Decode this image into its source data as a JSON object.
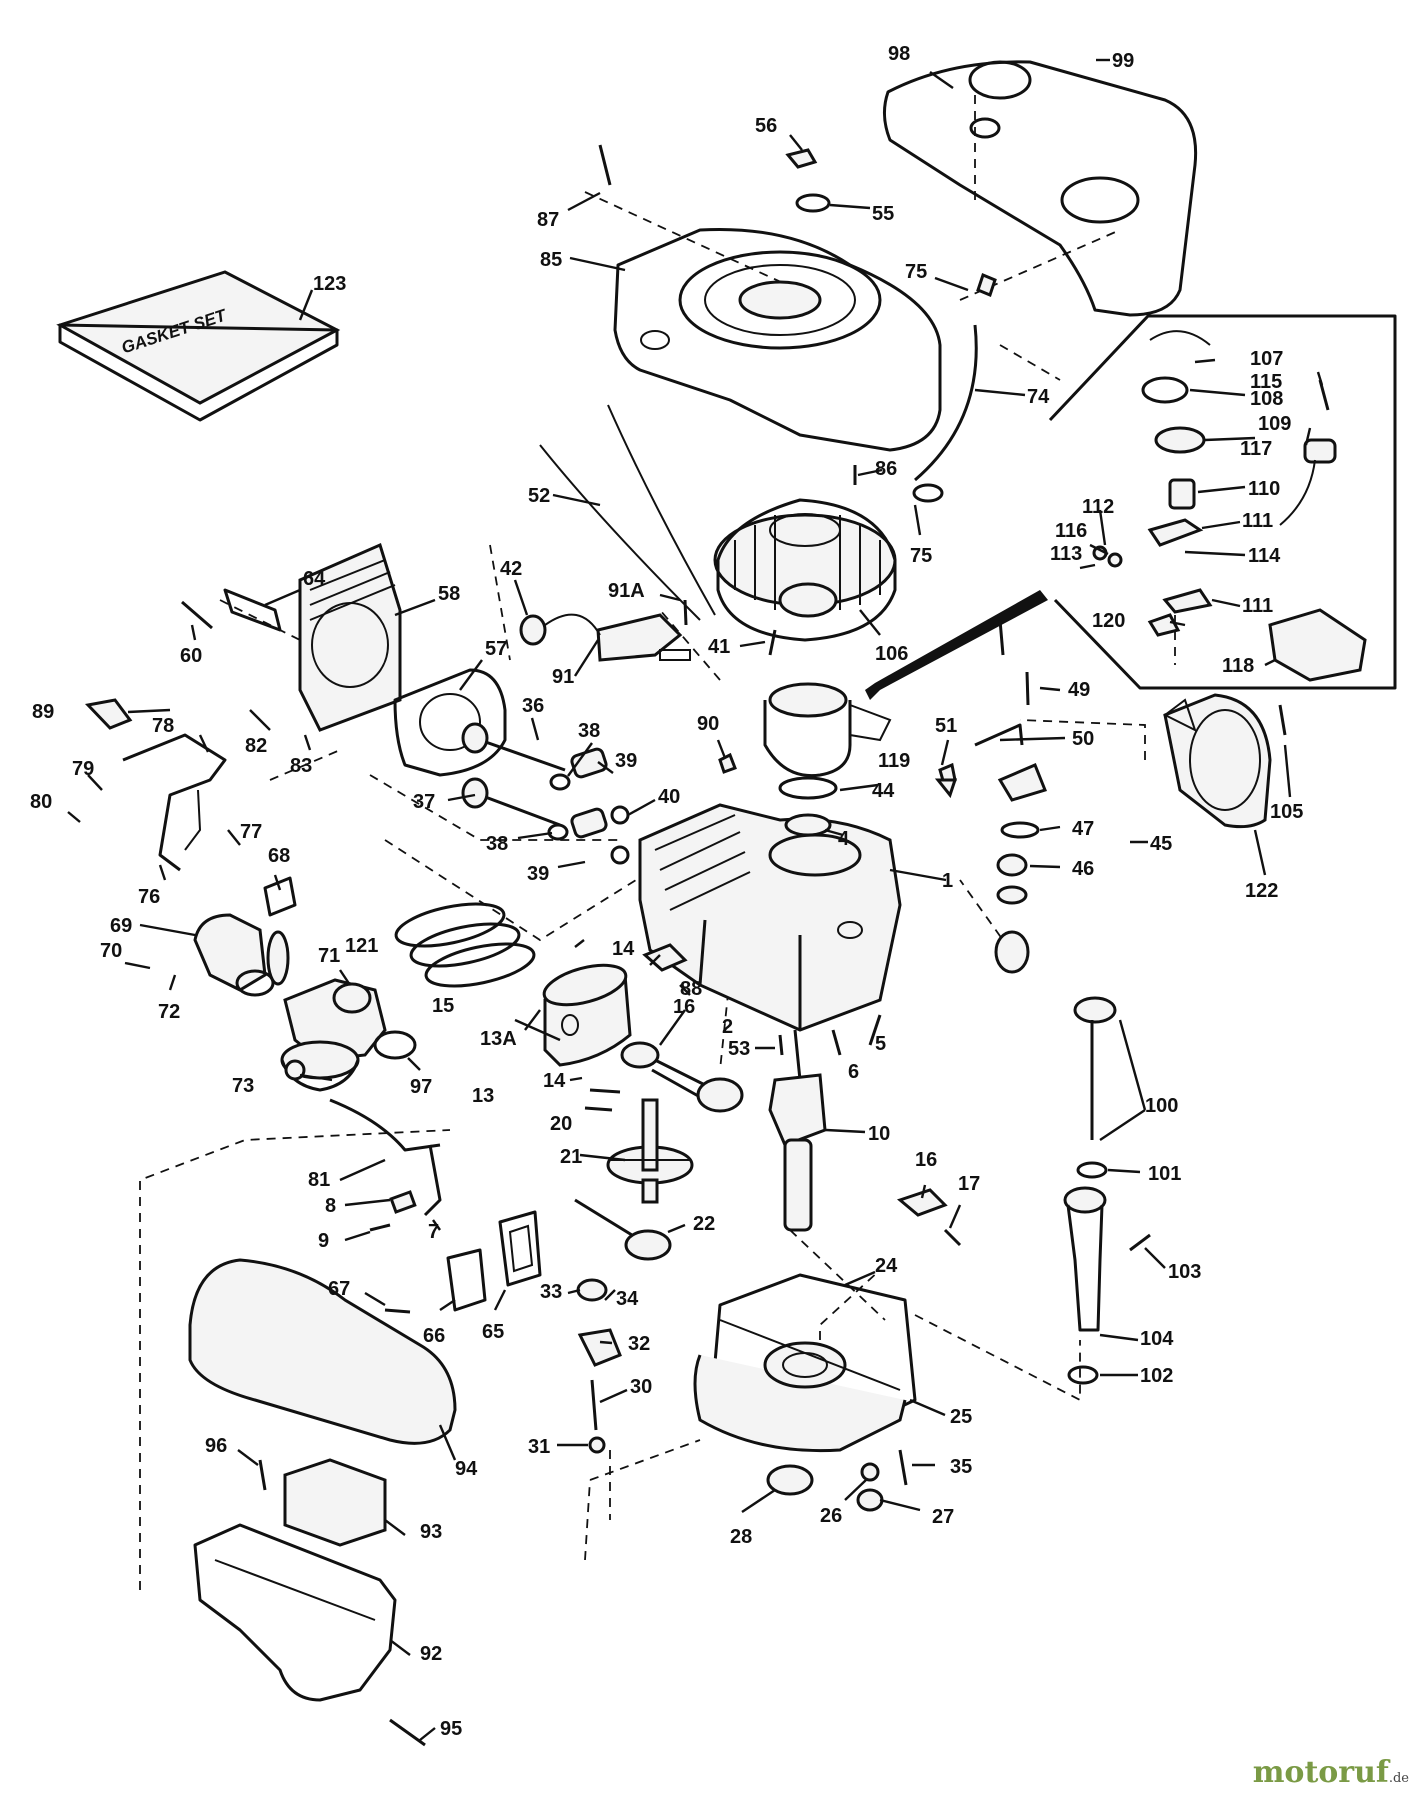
{
  "diagram": {
    "kit_label": "GASKET SET",
    "parts": {
      "p1": "1",
      "p2": "2",
      "p4": "4",
      "p5": "5",
      "p6": "6",
      "p7": "7",
      "p8": "8",
      "p9": "9",
      "p10": "10",
      "p13": "13",
      "p13a": "13A",
      "p14a": "14",
      "p14b": "14",
      "p15": "15",
      "p16a": "16",
      "p16b": "16",
      "p17": "17",
      "p20": "20",
      "p21": "21",
      "p22": "22",
      "p24": "24",
      "p25": "25",
      "p26": "26",
      "p27": "27",
      "p28": "28",
      "p30": "30",
      "p31": "31",
      "p32": "32",
      "p33": "33",
      "p34": "34",
      "p35": "35",
      "p36": "36",
      "p37": "37",
      "p38a": "38",
      "p38b": "38",
      "p39a": "39",
      "p39b": "39",
      "p40": "40",
      "p41": "41",
      "p42": "42",
      "p44": "44",
      "p45": "45",
      "p46": "46",
      "p47": "47",
      "p49": "49",
      "p50": "50",
      "p51": "51",
      "p52": "52",
      "p53": "53",
      "p55": "55",
      "p56": "56",
      "p57": "57",
      "p58": "58",
      "p60": "60",
      "p64": "64",
      "p65": "65",
      "p66": "66",
      "p67": "67",
      "p68": "68",
      "p69": "69",
      "p70": "70",
      "p71": "71",
      "p72": "72",
      "p73": "73",
      "p74": "74",
      "p75a": "75",
      "p75b": "75",
      "p76": "76",
      "p77": "77",
      "p78": "78",
      "p79": "79",
      "p80": "80",
      "p81": "81",
      "p82": "82",
      "p83": "83",
      "p85": "85",
      "p86": "86",
      "p87": "87",
      "p88": "88",
      "p89": "89",
      "p90": "90",
      "p91": "91",
      "p91a": "91A",
      "p92": "92",
      "p93": "93",
      "p94": "94",
      "p95": "95",
      "p96": "96",
      "p97": "97",
      "p98": "98",
      "p99": "99",
      "p100": "100",
      "p101": "101",
      "p102": "102",
      "p103": "103",
      "p104": "104",
      "p105": "105",
      "p106": "106",
      "p107": "107",
      "p108": "108",
      "p109": "109",
      "p110": "110",
      "p111a": "111",
      "p111b": "111",
      "p112": "112",
      "p113": "113",
      "p114": "114",
      "p115": "115",
      "p116": "116",
      "p117": "117",
      "p118": "118",
      "p119": "119",
      "p120": "120",
      "p121": "121",
      "p122": "122",
      "p123": "123"
    }
  },
  "watermark": {
    "brand": "motoruf",
    "tld": ".de",
    "brand_color": "#7a9a45"
  }
}
